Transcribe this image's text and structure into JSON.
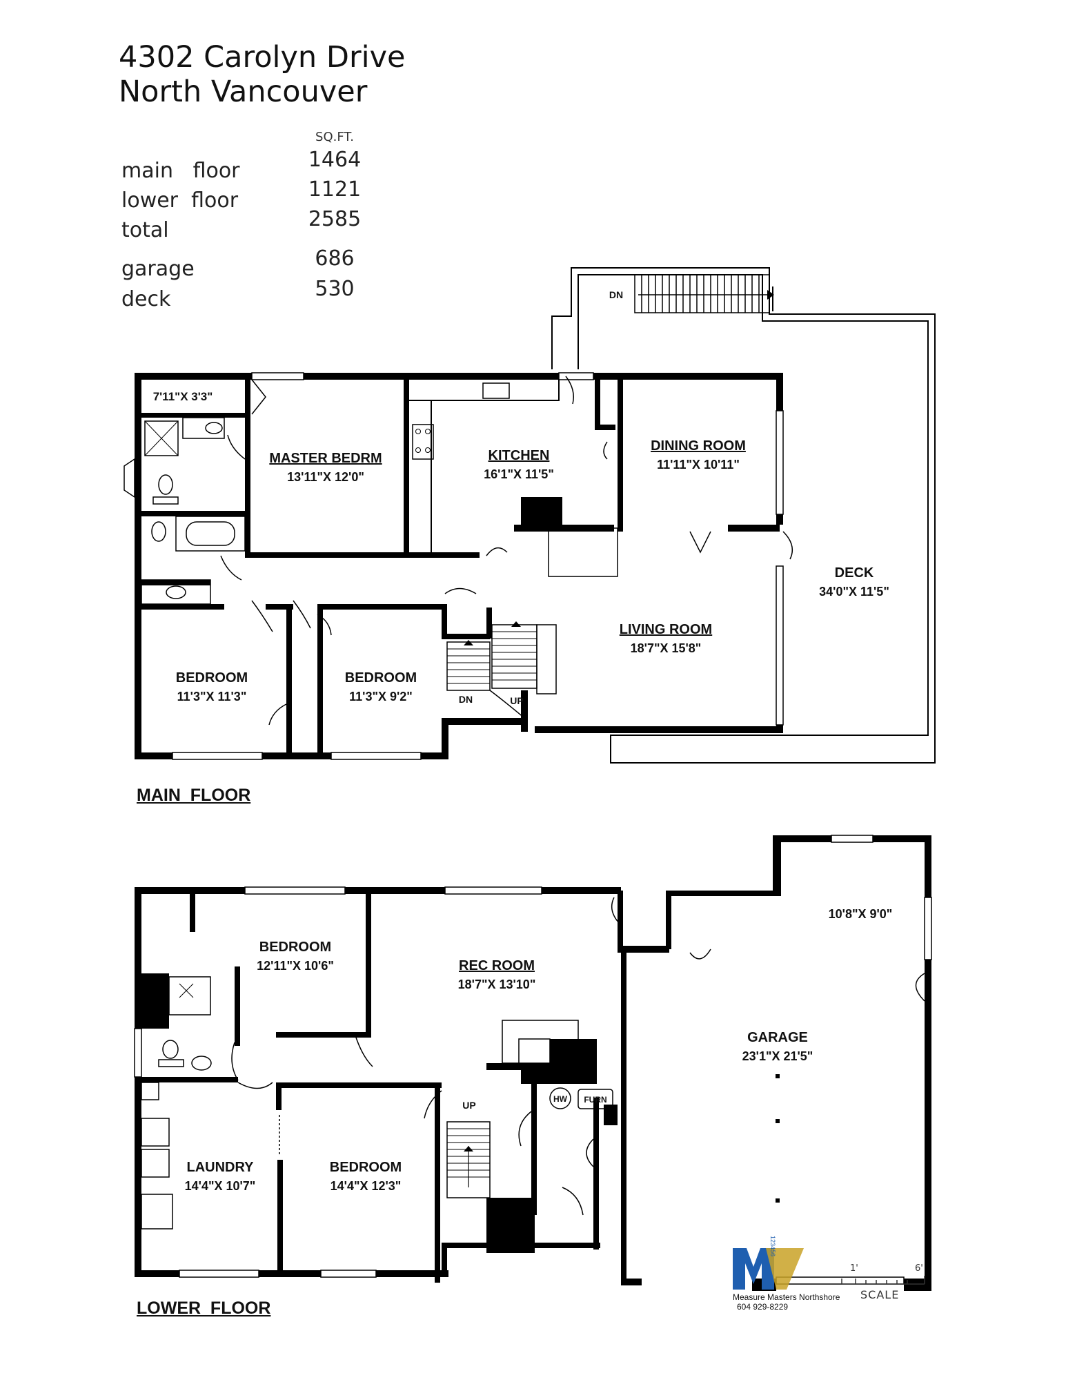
{
  "header": {
    "address_line1": "4302 Carolyn Drive",
    "address_line2": "North Vancouver"
  },
  "areas": {
    "unit_label": "SQ.FT.",
    "rows": [
      {
        "label": "main   floor",
        "value": "1464"
      },
      {
        "label": "lower  floor",
        "value": "1121"
      },
      {
        "label": "total",
        "value": "2585"
      },
      {
        "label": "garage",
        "value": "686"
      },
      {
        "label": "deck",
        "value": "530"
      }
    ]
  },
  "main_floor": {
    "title": "MAIN  FLOOR",
    "rooms": {
      "closet": {
        "dim": "7'11\"X  3'3\""
      },
      "master": {
        "name": "MASTER  BEDRM",
        "dim": "13'11\"X  12'0\""
      },
      "kitchen": {
        "name": "KITCHEN",
        "dim": "16'1\"X  11'5\""
      },
      "dining": {
        "name": "DINING  ROOM",
        "dim": "11'11\"X  10'11\""
      },
      "deck": {
        "name": "DECK",
        "dim": "34'0\"X  11'5\""
      },
      "living": {
        "name": "LIVING  ROOM",
        "dim": "18'7\"X  15'8\""
      },
      "bedroom1": {
        "name": "BEDROOM",
        "dim": "11'3\"X  11'3\""
      },
      "bedroom2": {
        "name": "BEDROOM",
        "dim": "11'3\"X  9'2\""
      }
    },
    "stairs": {
      "dn": "DN",
      "up": "UP",
      "deck_dn": "DN"
    }
  },
  "lower_floor": {
    "title": "LOWER  FLOOR",
    "rooms": {
      "bedroom1": {
        "name": "BEDROOM",
        "dim": "12'11\"X  10'6\""
      },
      "rec": {
        "name": "REC  ROOM",
        "dim": "18'7\"X  13'10\""
      },
      "storage": {
        "dim": "10'8\"X  9'0\""
      },
      "garage": {
        "name": "GARAGE",
        "dim": "23'1\"X  21'5\""
      },
      "laundry": {
        "name": "LAUNDRY",
        "dim": "14'4\"X  10'7\""
      },
      "bedroom2": {
        "name": "BEDROOM",
        "dim": "14'4\"X  12'3\""
      }
    },
    "stairs": {
      "up": "UP"
    },
    "utilities": {
      "hw": "HW",
      "furn": "FURN"
    }
  },
  "logo": {
    "company": "Measure Masters Northshore",
    "phone": "604 929-8229",
    "digits": "123456"
  },
  "scale": {
    "left": "1'",
    "right": "6'",
    "label": "SCALE"
  }
}
